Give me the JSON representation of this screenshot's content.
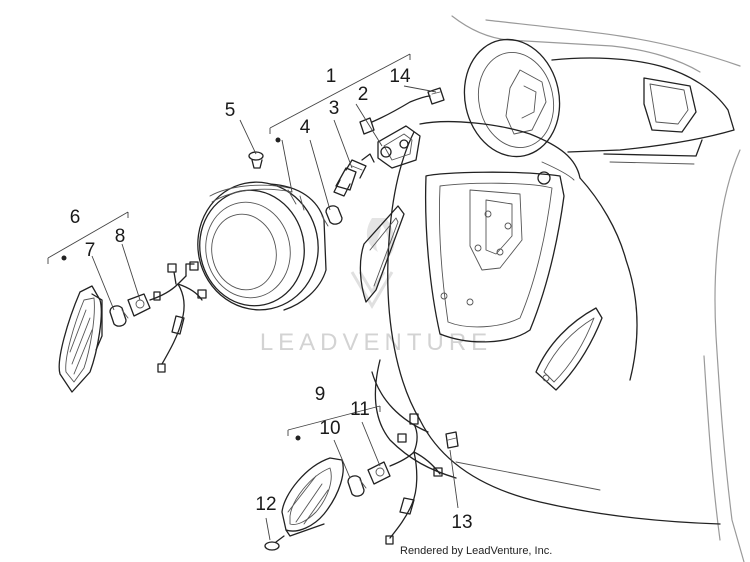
{
  "parts": [
    {
      "key": "p1",
      "label": "1"
    },
    {
      "key": "p2",
      "label": "2"
    },
    {
      "key": "p3",
      "label": "3"
    },
    {
      "key": "p4",
      "label": "4"
    },
    {
      "key": "p5",
      "label": "5"
    },
    {
      "key": "p6",
      "label": "6"
    },
    {
      "key": "p7",
      "label": "7"
    },
    {
      "key": "p8",
      "label": "8"
    },
    {
      "key": "p9",
      "label": "9"
    },
    {
      "key": "p10",
      "label": "10"
    },
    {
      "key": "p11",
      "label": "11"
    },
    {
      "key": "p12",
      "label": "12"
    },
    {
      "key": "p13",
      "label": "13"
    },
    {
      "key": "p14",
      "label": "14"
    }
  ],
  "watermark": "LEADVENTURE",
  "credit": "Rendered by LeadVenture, Inc.",
  "colors": {
    "line": "#222222",
    "watermark": "#d3d3d3",
    "background": "#ffffff"
  }
}
